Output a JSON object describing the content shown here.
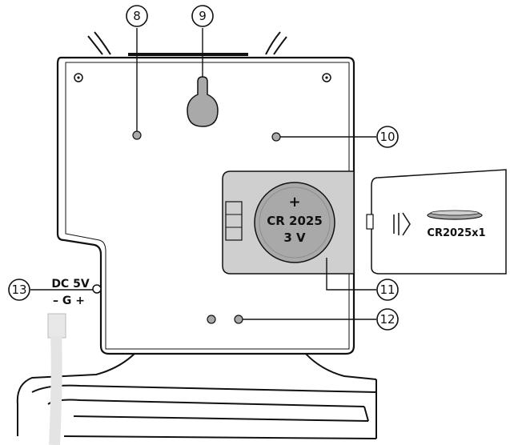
{
  "diagram": {
    "callouts": [
      "8",
      "9",
      "10",
      "11",
      "12",
      "13"
    ],
    "battery": {
      "polarity": "+",
      "model": "CR 2025",
      "voltage": "3 V"
    },
    "cover": {
      "label": "CR2025x1"
    },
    "power_jack": {
      "rating": "DC 5V",
      "polarity": "– G +"
    }
  },
  "colors": {
    "line": "#111111",
    "fill_gray": "#a9a9a9",
    "panel_gray": "#cfcfcf",
    "cable": "#e4e4e4"
  }
}
